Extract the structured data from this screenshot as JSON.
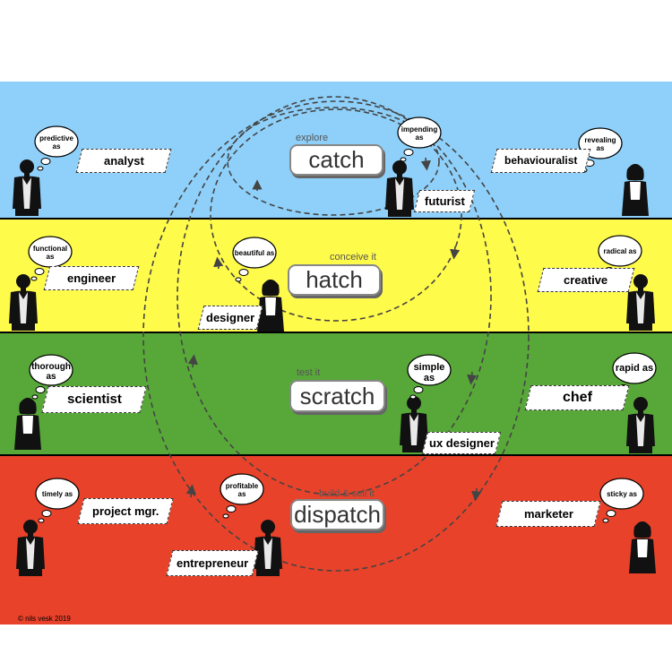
{
  "colors": {
    "explore_band": "#8ed0fa",
    "conceive_band": "#fffb4a",
    "test_band": "#58a839",
    "build_band": "#e8422a"
  },
  "stages": [
    {
      "key": "catch",
      "sub": "explore",
      "title": "catch"
    },
    {
      "key": "hatch",
      "sub": "conceive it",
      "title": "hatch"
    },
    {
      "key": "scratch",
      "sub": "test it",
      "title": "scratch"
    },
    {
      "key": "dispatch",
      "sub": "build & sell it",
      "title": "dispatch"
    }
  ],
  "roles": {
    "analyst": {
      "label": "analyst",
      "thought_1": "predictive",
      "thought_2": "as"
    },
    "futurist": {
      "label": "futurist",
      "thought_1": "impending",
      "thought_2": "as"
    },
    "behaviouralist": {
      "label": "behaviouralist",
      "thought_1": "revealing",
      "thought_2": "as"
    },
    "engineer": {
      "label": "engineer",
      "thought_1": "functional",
      "thought_2": "as"
    },
    "designer": {
      "label": "designer",
      "thought_1": "beautiful as",
      "thought_2": ""
    },
    "creative": {
      "label": "creative",
      "thought_1": "radical as",
      "thought_2": ""
    },
    "scientist": {
      "label": "scientist",
      "thought_1": "thorough",
      "thought_2": "as"
    },
    "ux_designer": {
      "label": "ux designer",
      "thought_1": "simple",
      "thought_2": "as"
    },
    "chef": {
      "label": "chef",
      "thought_1": "rapid as",
      "thought_2": ""
    },
    "project_mgr": {
      "label": "project mgr.",
      "thought_1": "timely as",
      "thought_2": ""
    },
    "entrepreneur": {
      "label": "entrepreneur",
      "thought_1": "profitable",
      "thought_2": "as"
    },
    "marketer": {
      "label": "marketer",
      "thought_1": "sticky as",
      "thought_2": ""
    }
  },
  "credit": "© nils vesk 2019"
}
